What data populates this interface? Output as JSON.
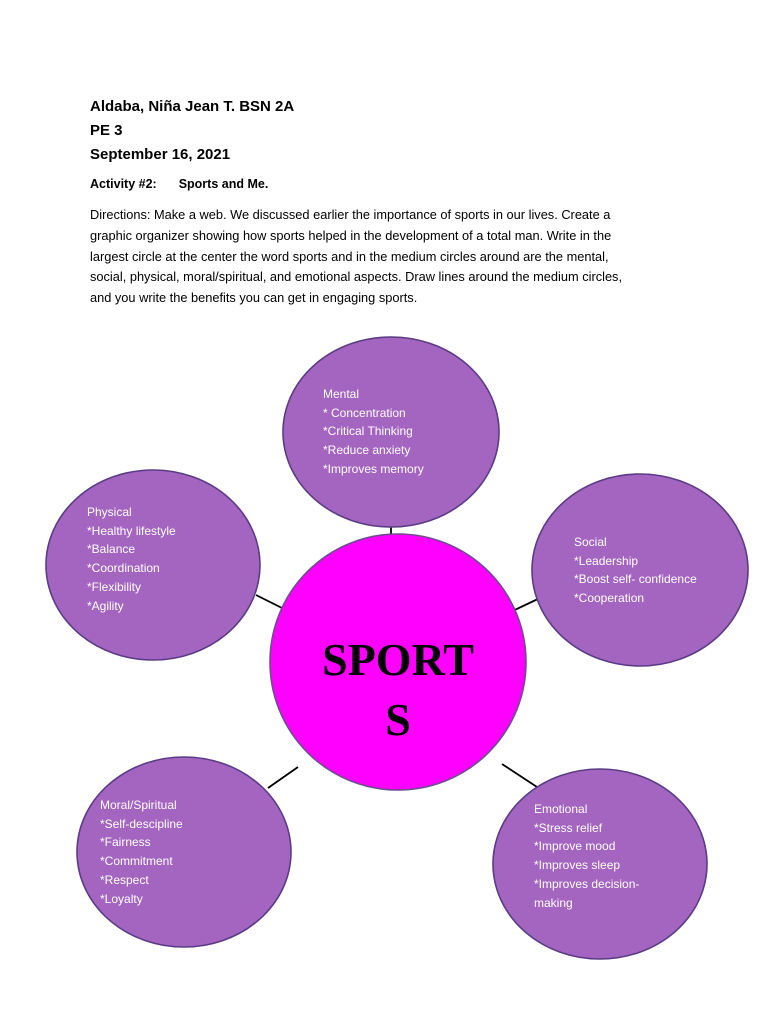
{
  "header": {
    "name_line": "Aldaba, Niña Jean T. BSN 2A",
    "course": "PE 3",
    "date": "September 16, 2021"
  },
  "activity": {
    "label": "Activity #2:",
    "title": "Sports and Me."
  },
  "directions": [
    "Directions: Make a web. We discussed earlier the importance of sports in our lives. Create a",
    "graphic organizer showing how sports helped in the development of a total man. Write in the",
    "largest circle at the center the word sports and in the medium circles around are the mental,",
    "social, physical, moral/spiritual, and emotional aspects.  Draw lines around the medium circles,",
    "and you write the benefits you can get in engaging sports."
  ],
  "web": {
    "center": [
      "SPORT",
      "S"
    ],
    "colors": {
      "center_fill": "#ff00ff",
      "node_fill": "#a365c0",
      "node_text": "#ffffff"
    },
    "mental": [
      "Mental",
      "* Concentration",
      "*Critical Thinking",
      "*Reduce anxiety",
      "*Improves memory"
    ],
    "social": [
      "Social",
      "*Leadership",
      "*Boost self- confidence",
      "*Cooperation"
    ],
    "physical": [
      "Physical",
      "*Healthy lifestyle",
      "*Balance",
      "*Coordination",
      "*Flexibility",
      "*Agility"
    ],
    "moral": [
      "Moral/Spiritual",
      "*Self-descipline",
      "*Fairness",
      "*Commitment",
      "*Respect",
      "*Loyalty"
    ],
    "emotional": [
      "Emotional",
      "*Stress relief",
      "*Improve mood",
      "*Improves sleep",
      "*Improves decision-",
      "making"
    ]
  }
}
